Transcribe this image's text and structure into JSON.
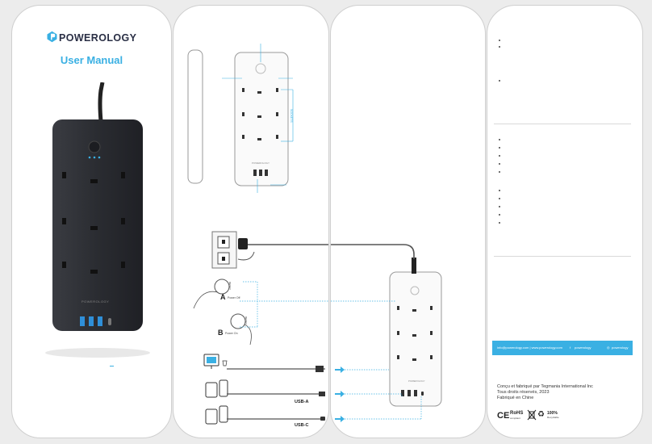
{
  "cover": {
    "brand": "POWEROLOGY",
    "title": "User Manual",
    "strip_brand": "POWEROLOGY"
  },
  "diagram": {
    "side_label": "SOCKETS",
    "label_a": "A",
    "label_a_text": "Power Off",
    "label_b": "B",
    "label_b_text": "Power On",
    "reset_label": "RESET",
    "usb_a_label": "USB-A",
    "usb_c_label": "USB-C",
    "strip_brand": "POWEROLOGY"
  },
  "back": {
    "contact_email": "info@powerology.com | www.powerology.com",
    "contact_facebook": "powerology",
    "contact_instagram": "powerology",
    "fr_lines": [
      "Conçu et fabriqué par Tegmania International Inc",
      "Tous droits réservés, 2023",
      "Fabriqué en Chine"
    ],
    "cert_rohs": "RoHS",
    "cert_rohs_sub": "compliant",
    "cert_recycle": "100%",
    "cert_recycle_sub": "Recyclable"
  },
  "colors": {
    "accent": "#3ab0e3",
    "dark": "#2b2d33",
    "usb_blue": "#2f8fd8"
  }
}
